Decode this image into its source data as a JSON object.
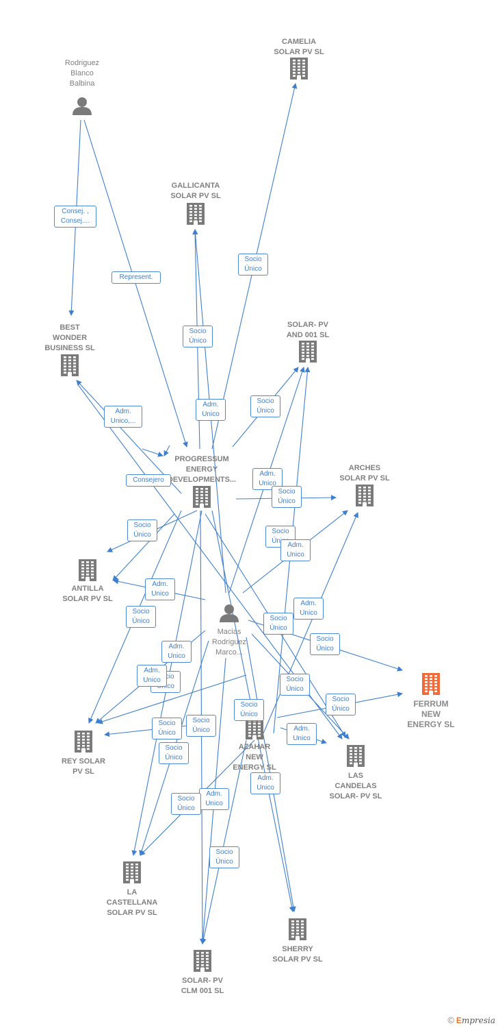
{
  "colors": {
    "edge": "#3f7fd0",
    "company": "#7a7a7a",
    "focus": "#f26a3a",
    "person": "#7a7a7a"
  },
  "nodes": [
    {
      "id": "camelia",
      "kind": "company",
      "label": "CAMELIA\nSOLAR PV  SL"
    },
    {
      "id": "rodriguez",
      "kind": "person",
      "label": "Rodriguez\nBlanco\nBalbina"
    },
    {
      "id": "gallicanta",
      "kind": "company",
      "label": "GALLICANTA\nSOLAR PV  SL"
    },
    {
      "id": "best",
      "kind": "company",
      "label": "BEST\nWONDER\nBUSINESS SL"
    },
    {
      "id": "solar001",
      "kind": "company",
      "label": "SOLAR- PV\nAND 001  SL"
    },
    {
      "id": "progressum",
      "kind": "company",
      "label": "PROGRESSUM\nENERGY\nDEVELOPMENTS..."
    },
    {
      "id": "arches",
      "kind": "company",
      "label": "ARCHES\nSOLAR PV  SL"
    },
    {
      "id": "antilla",
      "kind": "company",
      "label": "ANTILLA\nSOLAR PV  SL"
    },
    {
      "id": "macias",
      "kind": "person",
      "label": "Macias\nRodriguez\nMarco..."
    },
    {
      "id": "ferrum",
      "kind": "focus",
      "label": "FERRUM\nNEW\nENERGY  SL"
    },
    {
      "id": "azahar",
      "kind": "company",
      "label": "AZAHAR\nNEW\nENERGY  SL"
    },
    {
      "id": "rey",
      "kind": "company",
      "label": "REY SOLAR\nPV  SL"
    },
    {
      "id": "candelas",
      "kind": "company",
      "label": "LAS\nCANDELAS\nSOLAR- PV  SL"
    },
    {
      "id": "castellana",
      "kind": "company",
      "label": "LA\nCASTELLANA\nSOLAR PV  SL"
    },
    {
      "id": "sherry",
      "kind": "company",
      "label": "SHERRY\nSOLAR PV  SL"
    },
    {
      "id": "clm",
      "kind": "company",
      "label": "SOLAR- PV\nCLM 001  SL"
    }
  ],
  "edge_labels": [
    "Consej. ,\nConsej....",
    "Represent.",
    "Socio\nÚnico",
    "Socio\nÚnico",
    "Adm.\nUnico",
    "Adm.\nUnico,...",
    "Socio\nÚnico",
    "Consejero",
    "Adm.\nUnico",
    "Socio\nÚnico",
    "Socio\nÚnico",
    "Socio\nÚnico",
    "Adm.\nUnico",
    "Adm.\nUnico",
    "Socio\nÚnico",
    "Socio\nÚnico",
    "Socio\nÚnico",
    "Adm.\nUnico",
    "Socio\nÚnico",
    "Adm.\nUnico",
    "Socio\nÚnico",
    "Adm.\nUnico",
    "Socio\nÚnico",
    "Socio\nÚnico",
    "Socio\nÚnico",
    "Socio\nÚnico",
    "Adm.\nUnico",
    "Socio\nÚnico",
    "Adm.\nUnico",
    "Adm.\nUnico",
    "Socio\nÚnico",
    "Socio\nÚnico"
  ],
  "footer": {
    "copyright": "©",
    "brand": "mpresia",
    "brand_e": "E"
  }
}
